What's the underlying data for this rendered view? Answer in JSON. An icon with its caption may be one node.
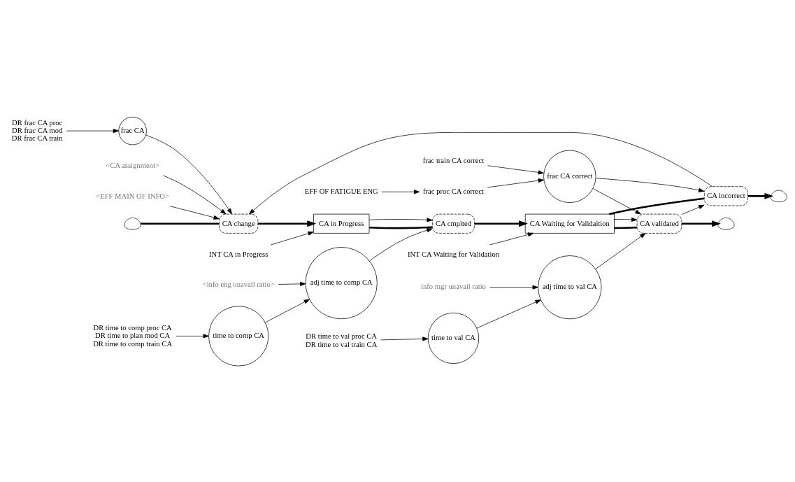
{
  "diagram": {
    "nodes": [
      {
        "text": [],
        "shape": "cloud"
      },
      {
        "text": [
          "CA change"
        ]
      },
      {
        "text": [
          "CA in Progress"
        ]
      },
      {
        "text": [
          "CA cmplted"
        ]
      },
      {
        "text": [
          "CA Waiting for Validaition"
        ]
      },
      {
        "text": [
          "CA incorrect"
        ]
      },
      {
        "text": [],
        "shape": "cloud"
      },
      {
        "text": [
          "CA validated"
        ]
      },
      {
        "text": [],
        "shape": "cloud"
      },
      {
        "text": [
          "INT CA in Progress"
        ]
      },
      {
        "text": [
          "INT CA Waiting for Validation"
        ]
      },
      {
        "text": [
          "frac CA"
        ]
      },
      {
        "text": [
          "DR frac CA proc",
          "DR frac CA mod",
          "DR frac CA train"
        ]
      },
      {
        "text": [
          "<CA assignment>"
        ]
      },
      {
        "text": [
          "<EFF MAIN OF INFO>"
        ]
      },
      {
        "text": [
          "adj time to comp CA"
        ]
      },
      {
        "text": [
          "time to comp CA"
        ]
      },
      {
        "text": [
          "DR time to comp proc CA",
          "DR time to plan mod CA",
          "DR time to comp train CA"
        ]
      },
      {
        "text": [
          "<info eng unavail ratio>"
        ]
      },
      {
        "text": [
          "EFF OF FATIGUE ENG"
        ]
      },
      {
        "text": [
          "frac proc CA correct"
        ]
      },
      {
        "text": [
          "frac train CA correct"
        ]
      },
      {
        "text": [
          "frac CA correct"
        ]
      },
      {
        "text": [
          "adj time to val CA"
        ]
      },
      {
        "text": [
          "time to val CA"
        ]
      },
      {
        "text": [
          "info mgr unavail ratio"
        ]
      },
      {
        "text": [
          "DR time to val proc CA",
          "DR time to val train CA"
        ]
      }
    ],
    "edges": [
      {
        "from": 0,
        "to": 1,
        "arrow": "none",
        "style": "thick"
      },
      {
        "from": 1,
        "to": 2,
        "arrow": "to",
        "style": "thick"
      },
      {
        "from": 2,
        "to": 3,
        "arrow": "none",
        "style": "thick"
      },
      {
        "from": 3,
        "to": 4,
        "arrow": "to",
        "style": "thick"
      },
      {
        "from": 4,
        "to": 5,
        "arrow": "none",
        "style": "thick"
      },
      {
        "from": 5,
        "to": 6,
        "arrow": "to",
        "style": "thick"
      },
      {
        "from": 4,
        "to": 7,
        "arrow": "none",
        "style": "thick"
      },
      {
        "from": 7,
        "to": 8,
        "arrow": "to",
        "style": "thick"
      },
      {
        "from": 9,
        "to": 2,
        "arrow": "to"
      },
      {
        "from": 10,
        "to": 4,
        "arrow": "to"
      },
      {
        "from": 2,
        "to": 3,
        "arrow": "to"
      },
      {
        "from": 5,
        "to": 1,
        "arrow": "to"
      },
      {
        "from": 11,
        "to": 1,
        "arrow": "to"
      },
      {
        "from": 12,
        "to": 11,
        "arrow": "to"
      },
      {
        "from": 13,
        "to": 1,
        "arrow": "to"
      },
      {
        "from": 14,
        "to": 1,
        "arrow": "to"
      },
      {
        "from": 15,
        "to": 3,
        "arrow": "to"
      },
      {
        "from": 16,
        "to": 15,
        "arrow": "to"
      },
      {
        "from": 17,
        "to": 16,
        "arrow": "to"
      },
      {
        "from": 18,
        "to": 15,
        "arrow": "to"
      },
      {
        "from": 19,
        "to": 20,
        "arrow": "to"
      },
      {
        "from": 20,
        "to": 22,
        "arrow": "to"
      },
      {
        "from": 21,
        "to": 22,
        "arrow": "to"
      },
      {
        "from": 22,
        "to": 5,
        "arrow": "to"
      },
      {
        "from": 22,
        "to": 7,
        "arrow": "to"
      },
      {
        "from": 4,
        "to": 7,
        "arrow": "to"
      },
      {
        "from": 7,
        "to": 5,
        "arrow": "to"
      },
      {
        "from": 23,
        "to": 7,
        "arrow": "to"
      },
      {
        "from": 24,
        "to": 23,
        "arrow": "to"
      },
      {
        "from": 25,
        "to": 23,
        "arrow": "to"
      },
      {
        "from": 26,
        "to": 24,
        "arrow": "to"
      }
    ]
  }
}
